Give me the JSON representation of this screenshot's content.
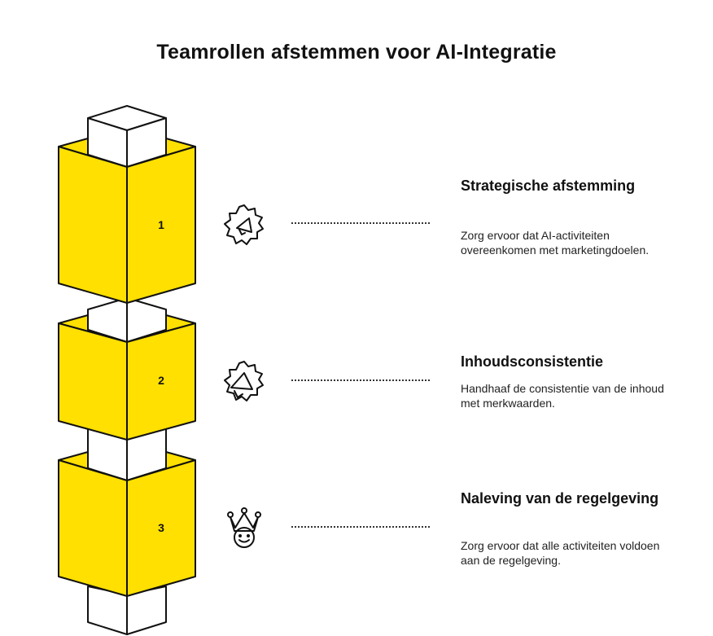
{
  "title": "Teamrollen afstemmen voor AI-Integratie",
  "colors": {
    "accent": "#FFE000",
    "outline": "#111111",
    "background": "#ffffff"
  },
  "steps": [
    {
      "number": "1",
      "icon": "megaphone-badge-icon",
      "title": "Strategische afstemming",
      "description": "Zorg ervoor dat AI-activiteiten overeenkomen met marketingdoelen."
    },
    {
      "number": "2",
      "icon": "megaphone-badge-icon",
      "title": "Inhoudsconsistentie",
      "description": "Handhaaf de consistentie van de inhoud met merkwaarden."
    },
    {
      "number": "3",
      "icon": "crown-face-icon",
      "title": "Naleving van de regelgeving",
      "description": "Zorg ervoor dat alle activiteiten voldoen aan de regelgeving."
    }
  ]
}
